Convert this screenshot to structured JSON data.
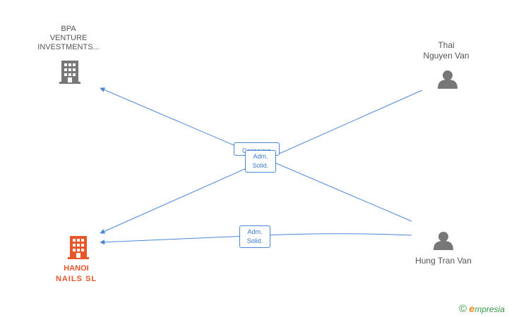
{
  "nodes": {
    "bpa": {
      "label_lines": [
        "BPA",
        "VENTURE",
        "INVESTMENTS..."
      ],
      "kind": "company",
      "color": "#777777"
    },
    "thai": {
      "label_lines": [
        "Thai",
        "Nguyen Van"
      ],
      "kind": "person",
      "color": "#777777"
    },
    "hanoi": {
      "label_lines": [
        "HANOI",
        "NAILS SL"
      ],
      "kind": "company",
      "color": "#e8572a"
    },
    "hung": {
      "label_lines": [
        "Hung Tran Van"
      ],
      "kind": "person",
      "color": "#777777"
    }
  },
  "edges": [
    {
      "from": "hung",
      "to": "bpa",
      "label_lines": [
        "Consejero"
      ]
    },
    {
      "from": "thai",
      "to": "hanoi",
      "label_lines": [
        "Adm.",
        "Solid."
      ]
    },
    {
      "from": "hung",
      "to": "hanoi",
      "label_lines": [
        "Adm.",
        "Solid."
      ]
    }
  ],
  "colors": {
    "edge": "#4a86d8",
    "edge_label_text": "#3a78cf",
    "primary": "#e8572a",
    "icon": "#777777"
  },
  "brand": {
    "copyright": "©",
    "initial": "e",
    "rest": "mpresia"
  }
}
